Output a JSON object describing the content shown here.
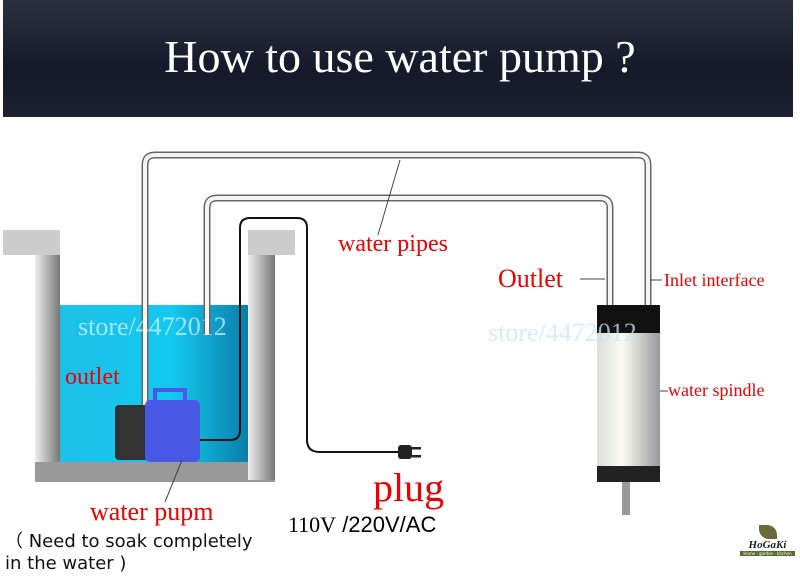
{
  "title": "How to use water pump ?",
  "labels": {
    "water_pipes": "water pipes",
    "outlet_upper": "Outlet",
    "inlet": "Inlet interface",
    "spindle": "water spindle",
    "outlet_lower": "outlet",
    "pump": "water pupm",
    "plug": "plug",
    "voltage_110": "110V",
    "voltage_rest": " /220V/AC",
    "note_line1": "（ Need to soak completely",
    "note_line2": "in the water )"
  },
  "watermark": "store/4472012",
  "logo": {
    "name": "HoGaKi",
    "tagline": "Home · garden · kitchen"
  }
}
